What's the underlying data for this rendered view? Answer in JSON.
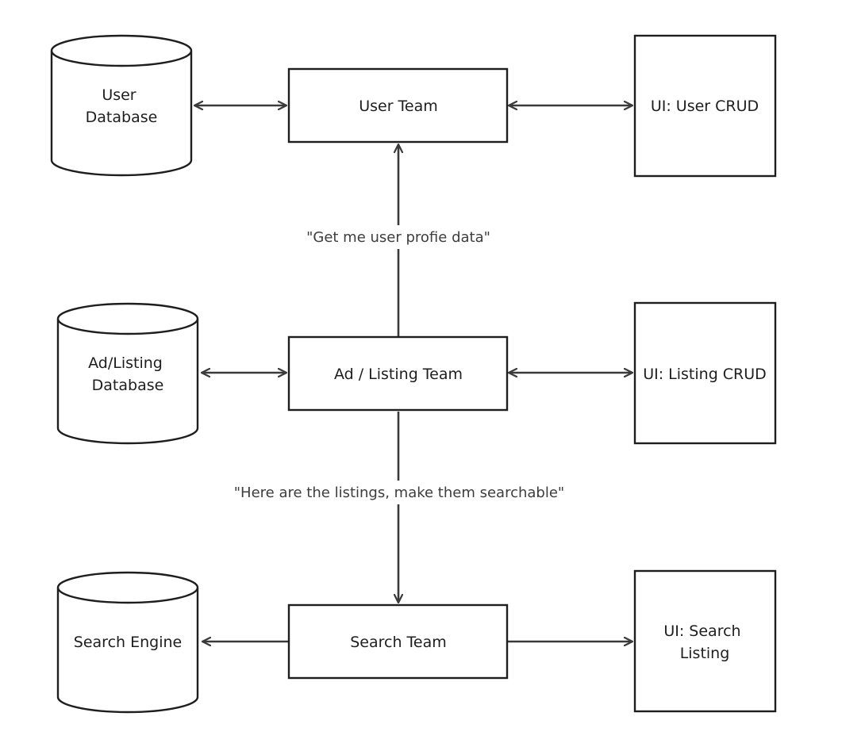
{
  "colors": {
    "stroke": "#1e1e1e",
    "edge": "#3a3a3a",
    "background": "#ffffff"
  },
  "nodes": {
    "user_database": {
      "lines": [
        "User",
        "Database"
      ],
      "shape": "cylinder"
    },
    "ad_listing_database": {
      "lines": [
        "Ad/Listing",
        "Database"
      ],
      "shape": "cylinder"
    },
    "search_engine": {
      "lines": [
        "Search Engine"
      ],
      "shape": "cylinder"
    },
    "user_team": {
      "lines": [
        "User Team"
      ],
      "shape": "rectangle"
    },
    "ad_listing_team": {
      "lines": [
        "Ad / Listing Team"
      ],
      "shape": "rectangle"
    },
    "search_team": {
      "lines": [
        "Search Team"
      ],
      "shape": "rectangle"
    },
    "ui_user_crud": {
      "lines": [
        "UI: User CRUD"
      ],
      "shape": "square"
    },
    "ui_listing_crud": {
      "lines": [
        "UI: Listing CRUD"
      ],
      "shape": "square"
    },
    "ui_search_listing": {
      "lines": [
        "UI: Search",
        "Listing"
      ],
      "shape": "square"
    }
  },
  "edges": {
    "user_db_to_user_team": {
      "from": "user_database",
      "to": "user_team",
      "direction": "both"
    },
    "user_team_to_ui_user": {
      "from": "user_team",
      "to": "ui_user_crud",
      "direction": "both"
    },
    "listing_db_to_listing_team": {
      "from": "ad_listing_database",
      "to": "ad_listing_team",
      "direction": "both"
    },
    "listing_team_to_ui_listing": {
      "from": "ad_listing_team",
      "to": "ui_listing_crud",
      "direction": "both"
    },
    "search_team_to_search_engine": {
      "from": "search_team",
      "to": "search_engine",
      "direction": "forward"
    },
    "search_team_to_ui_search": {
      "from": "search_team",
      "to": "ui_search_listing",
      "direction": "forward"
    },
    "listing_team_to_user_team": {
      "from": "ad_listing_team",
      "to": "user_team",
      "direction": "forward",
      "label": "\"Get me user profie data\""
    },
    "listing_team_to_search_team": {
      "from": "ad_listing_team",
      "to": "search_team",
      "direction": "forward",
      "label": "\"Here are the listings, make them searchable\""
    }
  }
}
